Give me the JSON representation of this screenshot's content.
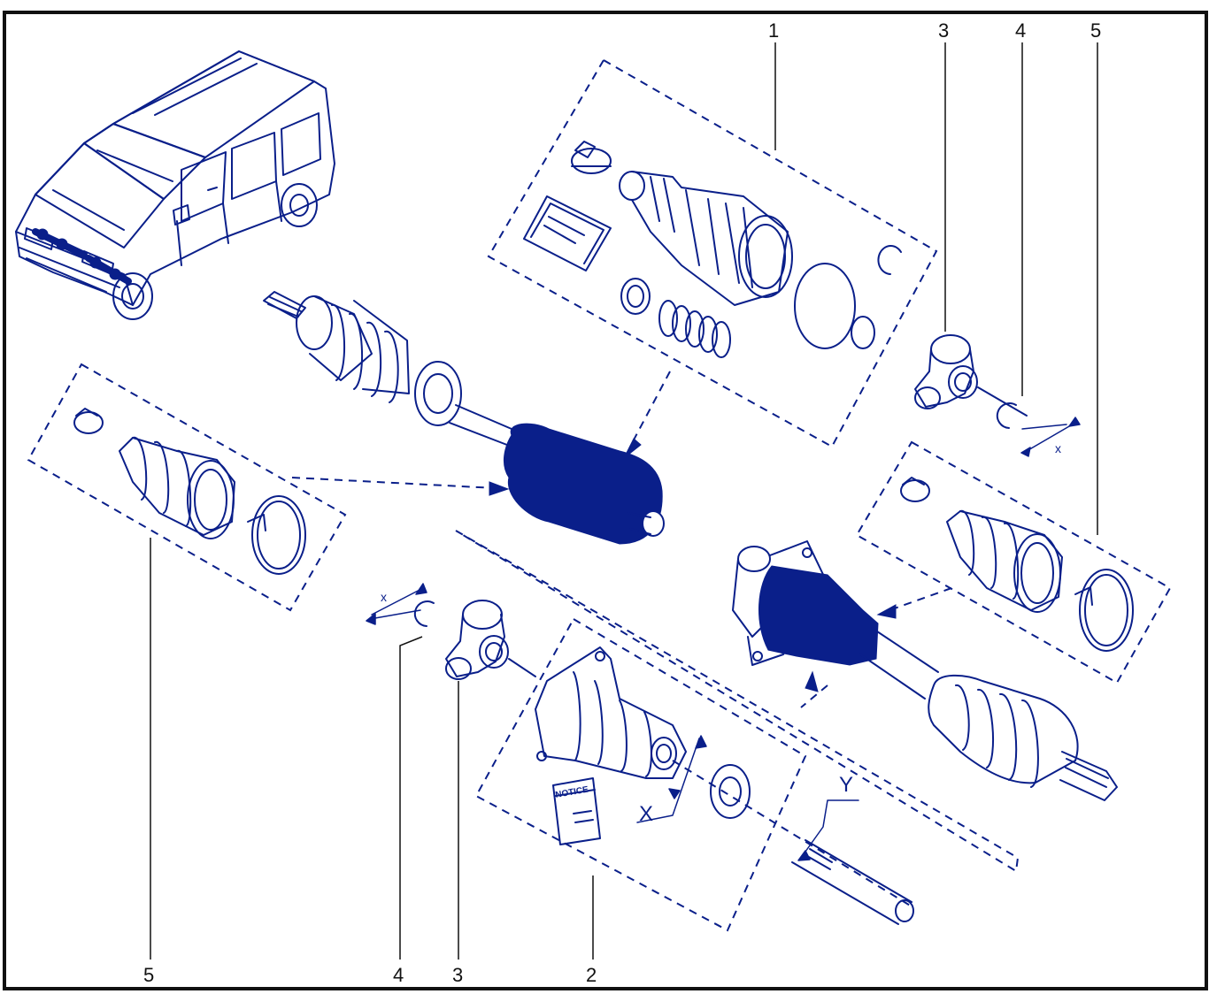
{
  "diagram": {
    "callouts": {
      "top_1": "1",
      "top_3": "3",
      "top_4": "4",
      "top_5": "5",
      "bottom_5": "5",
      "bottom_4": "4",
      "bottom_3": "3",
      "bottom_2": "2"
    },
    "dimension_labels": {
      "x_small_right": "x",
      "x_small_left": "x",
      "x_large": "X",
      "y_large": "Y"
    },
    "booklet_text": "NOTICE"
  },
  "colors": {
    "ink": "#0a1f8a",
    "frame": "#111111",
    "background": "#ffffff"
  }
}
